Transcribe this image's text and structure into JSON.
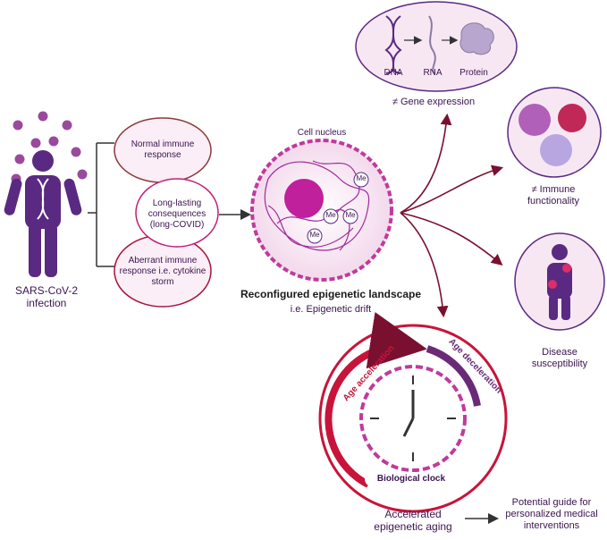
{
  "infection": {
    "label": "SARS-CoV-2 infection"
  },
  "responses": {
    "normal": "Normal immune response",
    "long_covid": "Long-lasting consequences (long-COVID)",
    "aberrant": "Aberrant immune response i.e. cytokine storm"
  },
  "nucleus": {
    "label": "Cell nucleus",
    "methyl_mark": "Me",
    "title": "Reconfigured epigenetic landscape",
    "subtitle": "i.e. Epigenetic drift"
  },
  "gene_expression": {
    "dna": "DNA",
    "rna": "RNA",
    "protein": "Protein",
    "label": "≠ Gene expression"
  },
  "immune": {
    "label": "≠  Immune functionality"
  },
  "disease": {
    "label": "Disease susceptibility"
  },
  "clock": {
    "age_acceleration": "Age acceleration",
    "age_deceleration": "Age deceleration",
    "label": "Biological clock"
  },
  "aging": {
    "label": "Accelerated epigenetic aging"
  },
  "guide": {
    "label": "Potential guide for personalized medical interventions"
  },
  "colors": {
    "dark_purple": "#5a2a82",
    "magenta": "#c0207a",
    "crimson": "#a8123a",
    "light_pink": "#f4e0ee",
    "arrow": "#7a1030"
  }
}
